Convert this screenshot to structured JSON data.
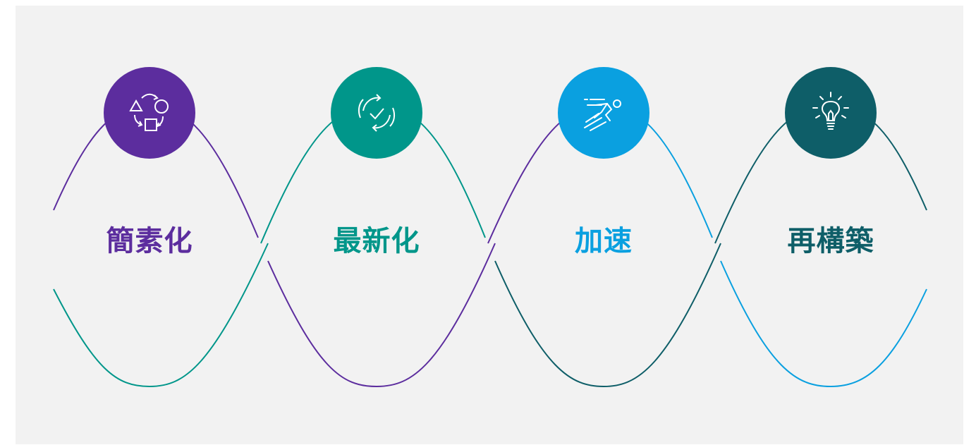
{
  "stages": [
    {
      "label": "簡素化",
      "icon": "shapes-cycle-icon",
      "color": "#5c2d9e"
    },
    {
      "label": "最新化",
      "icon": "refresh-check-icon",
      "color": "#00968a"
    },
    {
      "label": "加速",
      "icon": "runner-icon",
      "color": "#0aa0e0"
    },
    {
      "label": "再構築",
      "icon": "lightbulb-icon",
      "color": "#0e5e68"
    }
  ]
}
